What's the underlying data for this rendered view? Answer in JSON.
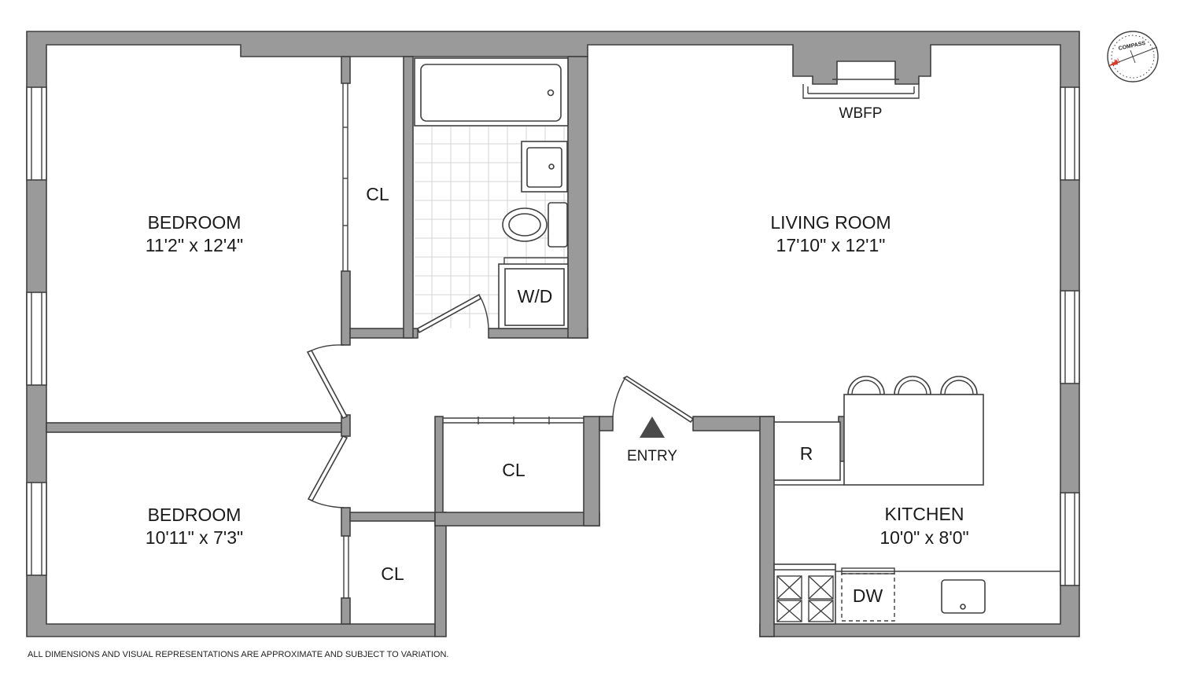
{
  "rooms": {
    "bedroom1": {
      "name": "BEDROOM",
      "dims": "11'2\" x 12'4\""
    },
    "bedroom2": {
      "name": "BEDROOM",
      "dims": "10'11\" x 7'3\""
    },
    "living": {
      "name": "LIVING ROOM",
      "dims": "17'10\" x 12'1\""
    },
    "kitchen": {
      "name": "KITCHEN",
      "dims": "10'0\" x 8'0\""
    }
  },
  "labels": {
    "closet1": "CL",
    "closet2": "CL",
    "closet3": "CL",
    "washer_dryer": "W/D",
    "fireplace": "WBFP",
    "entry": "ENTRY",
    "refrigerator": "R",
    "dishwasher": "DW"
  },
  "compass": {
    "text": "COMPASS",
    "north": "N"
  },
  "disclaimer": "ALL DIMENSIONS AND VISUAL REPRESENTATIONS ARE APPROXIMATE AND SUBJECT TO VARIATION.",
  "colors": {
    "wall_fill": "#9a9a9a",
    "line": "#404040",
    "compass_north": "#d93a2a"
  }
}
